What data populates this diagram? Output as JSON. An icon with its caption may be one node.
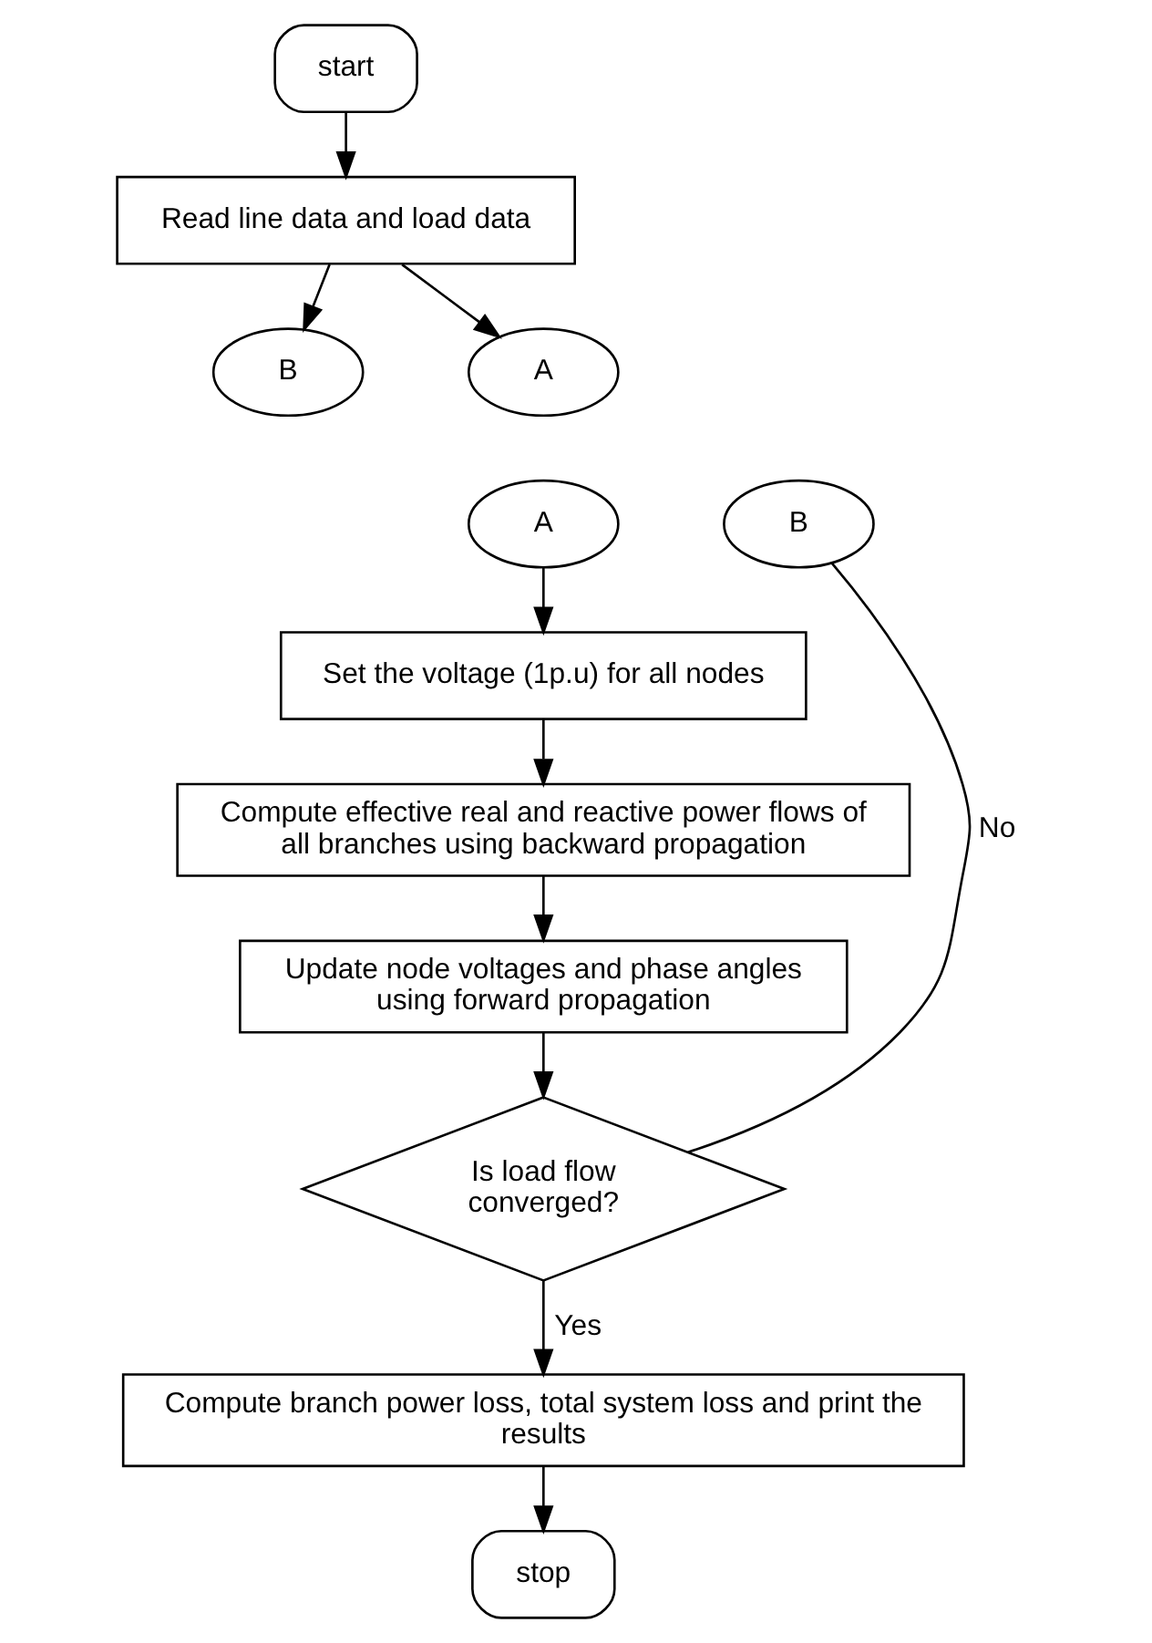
{
  "diagram": {
    "nodes": [
      {
        "text": [
          "start"
        ]
      },
      {
        "text": [
          "Read line data and load data"
        ]
      },
      {
        "text": [
          "B"
        ]
      },
      {
        "text": [
          "A"
        ]
      },
      {
        "text": [
          "B"
        ]
      },
      {
        "text": [
          "A"
        ]
      },
      {
        "text": [
          "Set the voltage (1p.u) for all nodes"
        ]
      },
      {
        "text": [
          "Compute effective real and reactive power flows of all branches using backward propagation"
        ]
      },
      {
        "text": [
          "Update node voltages and phase angles using forward propagation"
        ]
      },
      {
        "text": [
          "Is load flow converged?"
        ]
      },
      {
        "text": [
          "Compute branch power loss, total system loss and print the results"
        ]
      },
      {
        "text": [
          "stop"
        ]
      }
    ],
    "edges": [
      {
        "from": 0,
        "to": 1,
        "arrow": "to"
      },
      {
        "from": 1,
        "to": 2,
        "arrow": "to"
      },
      {
        "from": 1,
        "to": 3,
        "arrow": "to"
      },
      {
        "from": 5,
        "to": 6,
        "arrow": "to"
      },
      {
        "from": 6,
        "to": 7,
        "arrow": "to"
      },
      {
        "from": 7,
        "to": 8,
        "arrow": "to"
      },
      {
        "from": 8,
        "to": 9,
        "arrow": "to"
      },
      {
        "from": 9,
        "to": 4,
        "arrow": "none",
        "label": "No"
      },
      {
        "from": 9,
        "to": 10,
        "arrow": "to",
        "label": "Yes"
      },
      {
        "from": 10,
        "to": 11,
        "arrow": "to"
      }
    ]
  }
}
